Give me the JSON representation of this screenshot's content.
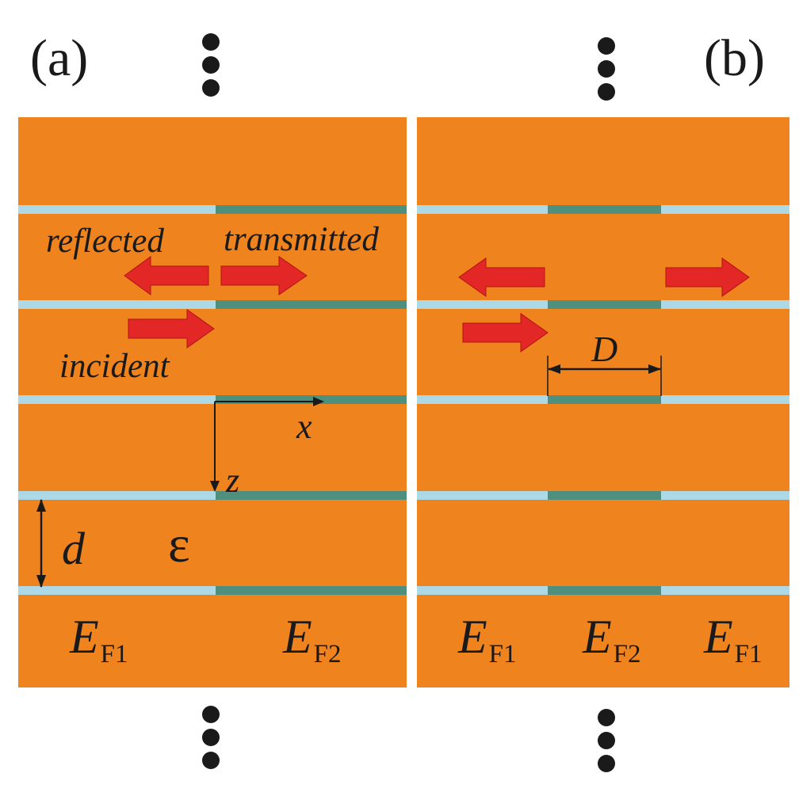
{
  "panels": {
    "a": {
      "label": "(a)"
    },
    "b": {
      "label": "(b)"
    }
  },
  "labels": {
    "reflected": "reflected",
    "transmitted": "transmitted",
    "incident": "incident",
    "x_axis": "x",
    "z_axis": "z",
    "thickness": "d",
    "permittivity": "ε",
    "strip_width": "D"
  },
  "fermi": {
    "symbol": "E",
    "sub_1": "F1",
    "sub_2": "F2"
  },
  "colors": {
    "dielectric": "#ef831e",
    "graphene_1": "#add8e6",
    "graphene_2": "#4f8f7e",
    "arrow": "#e32626",
    "arrow_outline": "#b01414",
    "ink": "#1a1a1a"
  },
  "icons": {
    "continuation": "vertical-ellipsis-icon",
    "wave_direction": "block-arrow-icon"
  }
}
